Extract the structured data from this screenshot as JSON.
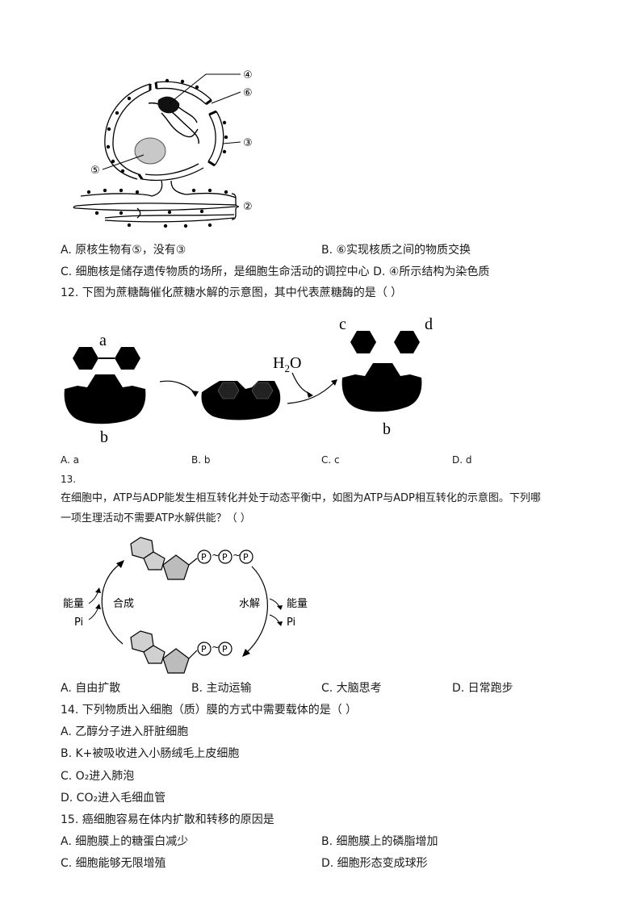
{
  "fig_nucleus": {
    "labels": [
      "④",
      "⑥",
      "③",
      "⑤",
      "②"
    ]
  },
  "q11": {
    "option_a": "A. 原核生物有⑤，没有③",
    "option_b": "B. ⑥实现核质之间的物质交换",
    "option_c": "C. 细胞核是储存遗传物质的场所，是细胞生命活动的调控中心 D. ④所示结构为染色质"
  },
  "q12": {
    "stem": "12. 下图为蔗糖酶催化蔗糖水解的示意图，其中代表蔗糖酶的是（    ）",
    "fig_labels": {
      "a": "a",
      "b1": "b",
      "h2o": "H",
      "h2o_sub": "2",
      "h2o_o": "O",
      "c": "c",
      "d": "d",
      "b2": "b"
    },
    "options": [
      "A. a",
      "B. b",
      "C. c",
      "D. d"
    ]
  },
  "q13": {
    "number": "13.",
    "stem_line1": "在细胞中，ATP与ADP能发生相互转化并处于动态平衡中，如图为ATP与ADP相互转化的示意图。下列哪",
    "stem_line2": "一项生理活动不需要ATP水解供能？（    ）",
    "fig_labels": {
      "energy_left": "能量",
      "pi_left": "Pi",
      "synth": "合成",
      "hydro": "水解",
      "energy_right": "能量",
      "pi_right": "Pi",
      "p": "P"
    },
    "options": [
      "A. 自由扩散",
      "B. 主动运输",
      "C. 大脑思考",
      "D. 日常跑步"
    ]
  },
  "q14": {
    "stem": "14. 下列物质出入细胞（质）膜的方式中需要载体的是（        ）",
    "options": [
      "A. 乙醇分子进入肝脏细胞",
      "B. K+被吸收进入小肠绒毛上皮细胞",
      "C. O₂进入肺泡",
      "D. CO₂进入毛细血管"
    ]
  },
  "q15": {
    "stem": "15. 癌细胞容易在体内扩散和转移的原因是",
    "options": [
      "A. 细胞膜上的糖蛋白减少",
      "B. 细胞膜上的磷脂增加",
      "C. 细胞能够无限增殖",
      "D. 细胞形态变成球形"
    ]
  }
}
